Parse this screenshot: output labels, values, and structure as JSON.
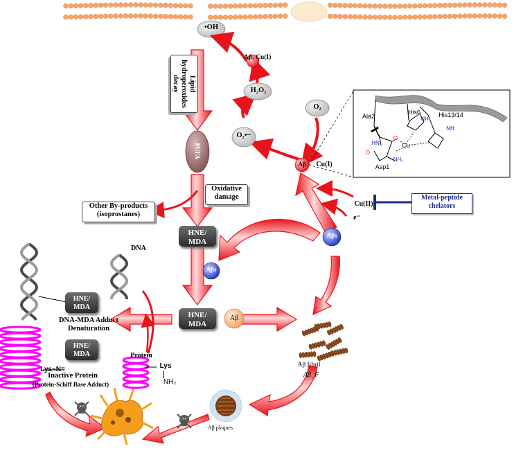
{
  "radical": "•OH",
  "h2o2": "H₂O₂",
  "o2": "O₂",
  "superoxide": "O₂•−",
  "abeta_cu1_top": "Aβ₁ Cu(I)",
  "abeta_cu1_label": "Aβ",
  "cu1_label": "Cu(I)",
  "cu2_label": "Cu(II)",
  "electron_label": "e⁻",
  "lipid_decay": "Lipid hydroperoxides decay",
  "pufa": "PUFA",
  "oxidative_damage": "Oxidative damage",
  "other_byproducts": "Other By-products (isoprostanes)",
  "hne_mda": "HNE/ MDA",
  "abeta_s": "Aβs",
  "abeta": "Aβ",
  "chelators": "Metal-peptide chelators",
  "dna": "DNA",
  "dna_mda_adduct": "DNA-MDA Adduct Denaturation",
  "protein": "Protein",
  "lys": "Lys",
  "nh2": "NH₂",
  "lys_n": "Lys~N=",
  "inactive_protein": "Inactive Protein",
  "schiff_base": "(Protein-Schiff Base Adduct)",
  "abeta_fibril": "Aβ fibril",
  "abeta_f": "Aβ_F",
  "abeta_plaques": "Aβ plaques",
  "inset": {
    "ala2": "Ala2",
    "his6": "His6",
    "his13": "His13/14",
    "asp1": "Asp1",
    "cu": "Cu",
    "hn": "HN",
    "nh": "NH",
    "nh2": "NH₂",
    "o": "O"
  },
  "colors": {
    "arrow_red": "#e8141c",
    "membrane_orange": "#f6a66a",
    "helix_magenta": "#ff00ff",
    "chelator_blue": "#1a2a8a",
    "abeta_blue": "#2a3fd1",
    "fibril_brown": "#8a4a1e"
  }
}
